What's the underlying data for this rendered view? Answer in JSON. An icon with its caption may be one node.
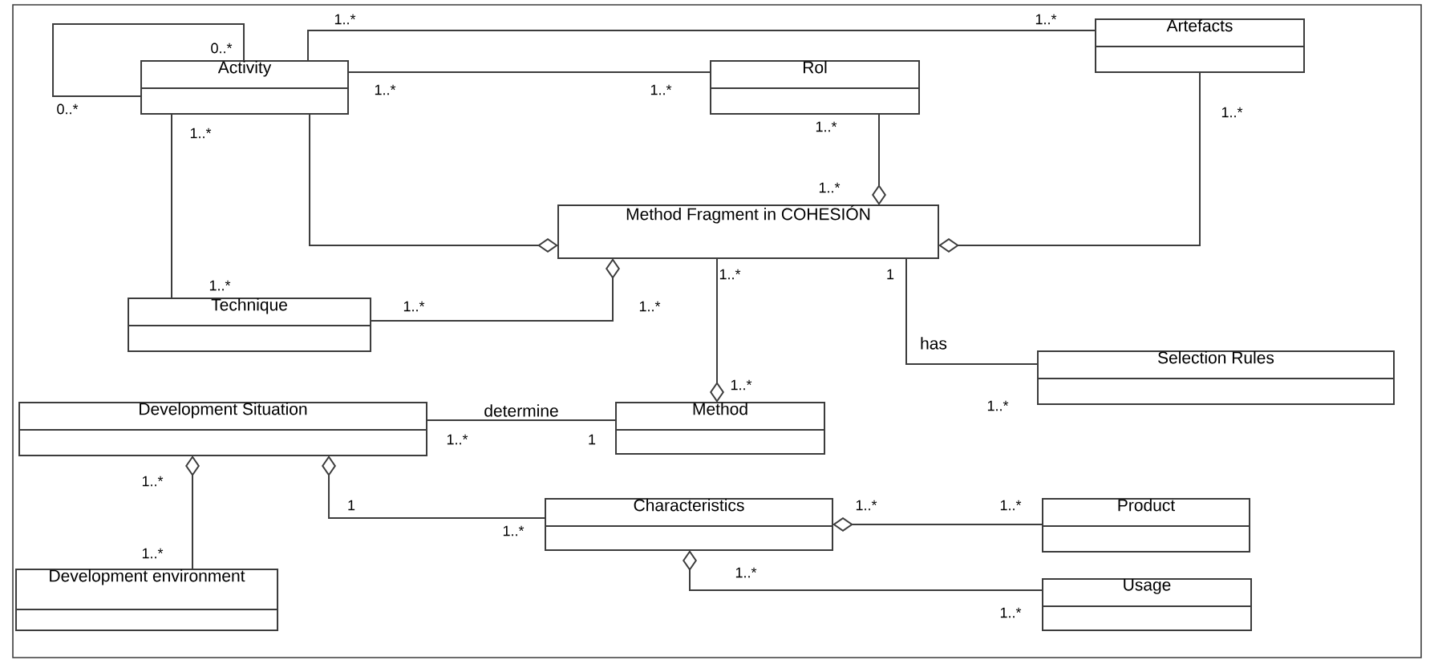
{
  "diagram": {
    "nodes": [
      {
        "text": [
          "Activity"
        ]
      },
      {
        "text": [
          "Rol"
        ]
      },
      {
        "text": [
          "Artefacts"
        ]
      },
      {
        "text": [
          "Method Fragment in COHESIÓN"
        ]
      },
      {
        "text": [
          "Technique"
        ]
      },
      {
        "text": [
          "Selection Rules"
        ]
      },
      {
        "text": [
          "Development Situation"
        ]
      },
      {
        "text": [
          "Method"
        ]
      },
      {
        "text": [
          "Development environment"
        ]
      },
      {
        "text": [
          "Characteristics"
        ]
      },
      {
        "text": [
          "Product"
        ]
      },
      {
        "text": [
          "Usage"
        ]
      }
    ],
    "edges": [
      {
        "from": 0,
        "to": 0,
        "arrow": "none"
      },
      {
        "from": 0,
        "to": 2,
        "arrow": "none"
      },
      {
        "from": 0,
        "to": 1,
        "arrow": "none"
      },
      {
        "from": 0,
        "to": 3,
        "arrow": "other"
      },
      {
        "from": 0,
        "to": 4,
        "arrow": "none"
      },
      {
        "from": 1,
        "to": 3,
        "arrow": "other"
      },
      {
        "from": 2,
        "to": 3,
        "arrow": "other"
      },
      {
        "from": 4,
        "to": 3,
        "arrow": "other"
      },
      {
        "from": 3,
        "to": 7,
        "arrow": "other"
      },
      {
        "from": 3,
        "to": 5,
        "arrow": "none",
        "label": "has"
      },
      {
        "from": 6,
        "to": 7,
        "arrow": "none",
        "label": "determine"
      },
      {
        "from": 8,
        "to": 6,
        "arrow": "other"
      },
      {
        "from": 9,
        "to": 6,
        "arrow": "other"
      },
      {
        "from": 10,
        "to": 9,
        "arrow": "other"
      },
      {
        "from": 11,
        "to": 9,
        "arrow": "other"
      }
    ],
    "labels": [
      "1..*",
      "1..*",
      "0..*",
      "0..*",
      "1..*",
      "1..*",
      "1..*",
      "1..*",
      "1..*",
      "1..*",
      "1..*",
      "1",
      "1..*",
      "1..*",
      "1..*",
      "1..*",
      "1..*",
      "1..*",
      "1",
      "1..*",
      "1",
      "1..*",
      "1..*",
      "1..*",
      "1..*",
      "1..*",
      "1..*"
    ]
  }
}
